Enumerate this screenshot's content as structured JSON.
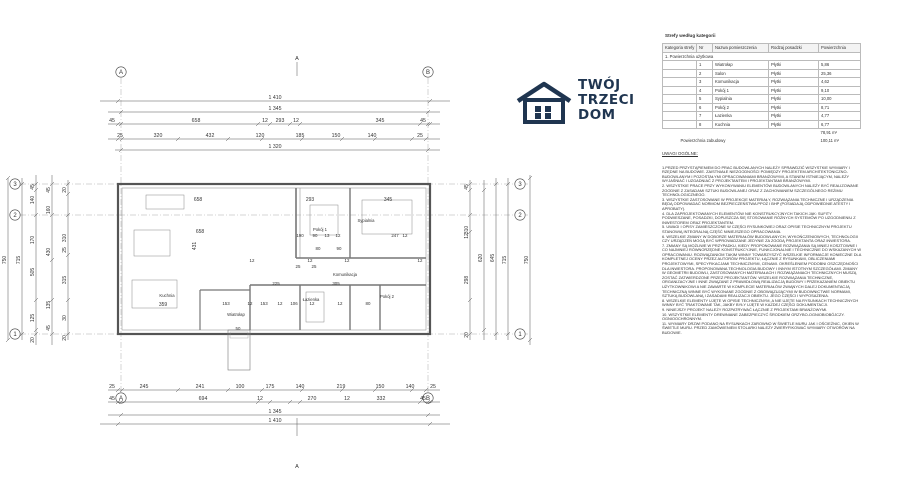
{
  "grid": {
    "columns": [
      "A",
      "B"
    ],
    "rows": [
      "3",
      "2",
      "1"
    ]
  },
  "dimensions": {
    "top": {
      "overall": "1 410",
      "mid": "1 345",
      "row1": [
        "45",
        "658",
        "12",
        "293",
        "12",
        "345",
        "45"
      ],
      "row2": [
        "25",
        "320",
        "432",
        "120",
        "185",
        "150",
        "140",
        "25"
      ],
      "inner": "1 320"
    },
    "bottom": {
      "row1": [
        "25",
        "245",
        "241",
        "100",
        "175",
        "140",
        "219",
        "150",
        "140",
        "25"
      ],
      "row2": [
        "45",
        "694",
        "12",
        "270",
        "12",
        "332",
        "45"
      ],
      "mid": "1 345",
      "overall": "1 410"
    },
    "left": {
      "outer": [
        "45",
        "140",
        "170",
        "505",
        "125",
        "20"
      ],
      "mid": [
        "45",
        "160",
        "430",
        "135",
        "45"
      ],
      "inner_stack": [
        "20",
        "310",
        "25",
        "315",
        "30",
        "20"
      ],
      "overall": [
        "715",
        "750"
      ]
    },
    "right": {
      "inner": [
        "45",
        "310",
        "12",
        "298",
        "20"
      ],
      "mid": [
        "620",
        "645"
      ],
      "outer": [
        "715",
        "750"
      ]
    }
  },
  "plan_labels": {
    "area_left_top": "658",
    "area_salon": "431",
    "area_kuchnia": "359",
    "area_living_width": "658",
    "area_lazienka_w": "293",
    "area_sypialnia_w": "345",
    "room_names": {
      "pokoj1": "Pokój 1",
      "sypialnia": "Sypialnia",
      "komunikacja": "Komunikacja",
      "lazienka": "Łazienka",
      "pokoj2": "Pokój 2",
      "kuchnia": "Kuchnia",
      "wiatrolap": "Wiatrołap"
    },
    "inner_dims": [
      "190",
      "90",
      "13",
      "12",
      "247",
      "12",
      "80",
      "90",
      "153",
      "12",
      "153",
      "12",
      "106",
      "12",
      "12",
      "80",
      "12",
      "12",
      "50",
      "12",
      "25",
      "25",
      "225",
      "305",
      "12"
    ]
  },
  "logo": {
    "lines": [
      "TWÓJ",
      "TRZECI",
      "DOM"
    ],
    "icon_name": "house-icon",
    "color": "#1f3550"
  },
  "rooms_table": {
    "title": "Strefy według kategorii",
    "headers": [
      "Kategoria strefy",
      "Nr",
      "Nazwa pomieszczenia",
      "Rodzaj posadzki",
      "Powierzchnia"
    ],
    "section": "1. Powierzchnia użytkowa",
    "rows": [
      [
        "",
        "1",
        "Wiatrołap",
        "Płytki",
        "5,86"
      ],
      [
        "",
        "2",
        "Salon",
        "Płytki",
        "25,36"
      ],
      [
        "",
        "3",
        "Komunikacja",
        "Płytki",
        "4,62"
      ],
      [
        "",
        "4",
        "Pokój 1",
        "Płytki",
        "9,10"
      ],
      [
        "",
        "5",
        "Sypialnia",
        "Płytki",
        "10,00"
      ],
      [
        "",
        "6",
        "Pokój 2",
        "Płytki",
        "8,71"
      ],
      [
        "",
        "7",
        "Łazienka",
        "Płytki",
        "4,77"
      ],
      [
        "",
        "8",
        "Kuchnia",
        "Płytki",
        "6,77"
      ]
    ],
    "sum_area": "78,91 m²",
    "built_label": "Powierzchnia zabudowy",
    "built_area": "100,11 m²"
  },
  "notes": {
    "title": "UWAGI OGÓLNE:",
    "items": [
      "1.PRZED PRZYSTĄPIENIEM DO PRAC BUDOWLANYCH NALEŻY SPRAWDZIĆ WSZYSTKIE WYMIARY I RZĘDNE NA BUDOWIE. ZAISTNIAŁE NIEZGODNOŚCI POMIĘDZY PROJEKTEM ARCHITEKTONICZNO-BUDOWLANYM I POZOSTAŁYMI OPRACOWANIAMI BRANŻOWYMI, A STANEM ISTNIEJĄCYM, NALEŻY WYJAŚNIAĆ I UZGADNIAĆ Z PROJEKTANTEM I PROJEKTANTAMI BRANŻOWYMI.",
      "2. WSZYSTKIE PRACE PRZY WYKONYWANIU ELEMENTÓW BUDOWLANYCH NALEŻY BYĆ REALIZOWANE ZGODNIE Z ZASADAMI SZTUKI BUDOWLANEJ ORAZ Z ZACHOWANIEM SZCZEGÓLNEGO REŻIMU TECHNOLOGICZNEGO.",
      "3. WSZYSTKIE ZASTOSOWANE W PROJEKCIE MATERIAŁY, ROZWIĄZANIA TECHNICZNE I URZĄDZENIA BĘDĄ ODPOWIADAĆ NORMOM BEZPIECZEŃSTWA PPOŻ I BHP (POSIADAJĄ ODPOWIEDNIE ATESTY I APROBATY).",
      "4. DLA ZAPROJEKTOWANYCH ELEMENTÓW NIE KONSTRUKCYJNYCH TAKICH JAK: SUFITY PODWIESZANE, POSADZKI, DOPUSZCZA SIĘ STOSOWANIE RÓŻNYCH SYSTEMÓW PO UZGODNIENIU Z INWESTOREM ORAZ PROJEKTANTEM.",
      "5. UWAGI I OPISY ZAMIESZCZONE W CZĘŚCI RYSUNKOWEJ ORAZ OPISIE TECHNICZNYM PROJEKTU STANOWIĄ INTEGRALNĄ CZĘŚĆ NINIEJSZEGO OPRACOWANIA.",
      "6. WSZELKIE ZMIANY W DOBORZE MATERIAŁÓW BUDOWLANYCH, WYKOŃCZENIOWYCH, TECHNOLOGII CZY URZĄDZEŃ MOGĄ BYĆ WPROWADZANE JEDYNIE ZA ZGODĄ PROJEKTANTA ORAZ INWESTORA.",
      "7. ZMIANY SĄ MOŻLIWE W PRZYPADKU, KIEDY PROPONOWANE ROZWIĄZANIA SĄ MNIEJ KOSZTOWNE I CO NAJMNIEJ RÓWNORZĘDNE KONSTRUKCYJNIE, FUNKCJONALNIE I TECHNICZNIE DO WSKAZANYCH W OPRACOWANIU. ROZWIĄZANIOM TAKIM WINNY TOWARZYSZYĆ WSZELKIE INFORMACJE KONIECZNE DLA KOMPLETNEJ OCENY PRZEZ AUTORÓW PROJEKTU, ŁĄCZNIE Z RYSUNKAMI, OBLICZENIAMI PROJEKTOWYMI, SPECYFIKACJAMI TECHNICZNYMI, CENAMI. OKREŚLENIEM PODOBNI OSZCZĘDNOŚCI DLA INWESTORA. PROPONOWANA TECHNOLOGIA BUDOWY I INNYM ISTOTNYM SZCZEGÓŁAMI. ZMIANY W GEOMETRII BUDOWLI, ZASTOSOWANYCH MATERIAŁACH I ROZWIĄZANIACH TECHNICZNYCH MUSZĄ ZOSTAĆ ZATWIERDZONE PRZEZ PROJEKTANTÓW. WSZELKIE ROZWIĄZANIA TECHNICZNE, ORGANIZACYJNE I INNE ZWIĄZANE Z PRAWIDŁOWĄ REALIZACJĄ BUDOWY I PRZEKAZANIEM OBIEKTU UŻYTKOWNIKOWI A NIE ZAWARTE W KOMPLECIE MATERIAŁÓW ZWIĄNYCH DALEJ DOKUMENTACJĄ TECHNICZNĄ WINNE BYĆ WYKONANE ZGODNIE Z OBOWIĄZUJĄCYMI W BUDOWNICTWIE NORMAMI, SZTUKĄ BUDOWLANĄ I ZASADAMI REALIZACJI OBIEKTU. JEGO CZĘŚCI I WYPOSAŻENIA.",
      "8. WSZELKIE ELEMENTY UJĘTE W OPISIE TECHNICZNYM, A NIE UJĘTE NA RYSUNKACH TECHNICZNYCH WINNY BYĆ TRAKTOWANE TAK, JAKBY BYŁY UJĘTE W KAŻDEJ CZĘŚCI DOKUMENTACJI.",
      "9. NINIEJSZY PROJEKT NALEŻY ROZPATRYWAĆ ŁĄCZNIE Z PROJEKTAMI BRANŻOWYMI.",
      "10. WSZYSTKIE ELEMENTY DREWNIANE ZABEZPIECZYĆ ŚRODKIEM GRZYBO-OGNIOBIOBÓJCZY. OGNIOOCHRONNYM.",
      "11. WYMIARY DRZWI PODANO NA RYSUNKACH ZAROWNO W ŚWIETLE MURU JAK I OŚCIEŻNIC, OKIEN W ŚWIETLE MURU. PRZED ZAMÓWIENIEM STOLARKI NALEŻY ZWERYFIKOWAĆ WYMIARY OTWORÓW NA BUDOWIE."
    ]
  },
  "colors": {
    "line": "#444444",
    "wall": "#9a9a9a",
    "wall_dark": "#555555",
    "logo": "#1f3550"
  }
}
